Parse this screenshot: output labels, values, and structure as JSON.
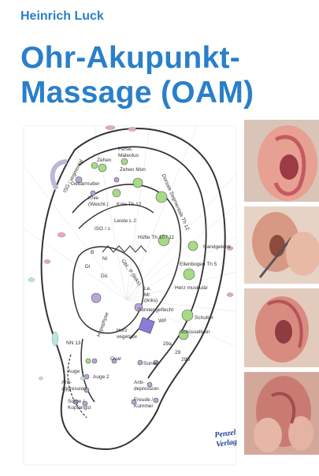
{
  "author": "Heinrich Luck",
  "title": "Ohr-Akupunkt-\nMassage (OAM)",
  "publisher": "Penzel\nVerlag",
  "colors": {
    "title_blue": "#2a7fc9",
    "point_green": "#a6db86",
    "point_violet": "#b9a6d6",
    "pink": "#e6a6c2"
  },
  "ear_labels": [
    "Ferse,\nMaleolus",
    "Zehen",
    "ISG / segmental",
    "Gebärmutter",
    "Zehen Mon",
    "Knie\n(Weichl.)",
    "Knie Th 12",
    "Dorsale Segmentale Th 12",
    "Leiste L 2",
    "ISG / s",
    "Hüfte Th 10 / 11",
    "Handgelenk",
    "B",
    "Ni",
    "Di",
    "Dü",
    "Gbl., P (links)",
    "Ellenbogen Th 5",
    "Le,\nMi\n(links)",
    "Herz muskulär",
    "Sonnengeflecht",
    "WP",
    "Schulter",
    "Schüsselbein",
    "Herz\nvegetativ",
    "29a",
    "NN 13",
    "Hypophyse",
    "29",
    "29b",
    "Ovar",
    "Sonne",
    "Auge 1",
    "Auge 2",
    "Anti-\naggression",
    "Anti-\ndepression",
    "Sorge /\nKopfangst",
    "Freude /\nKummer"
  ],
  "photos": [
    "ear-photo-1",
    "ear-photo-2",
    "ear-photo-3",
    "ear-photo-4"
  ]
}
